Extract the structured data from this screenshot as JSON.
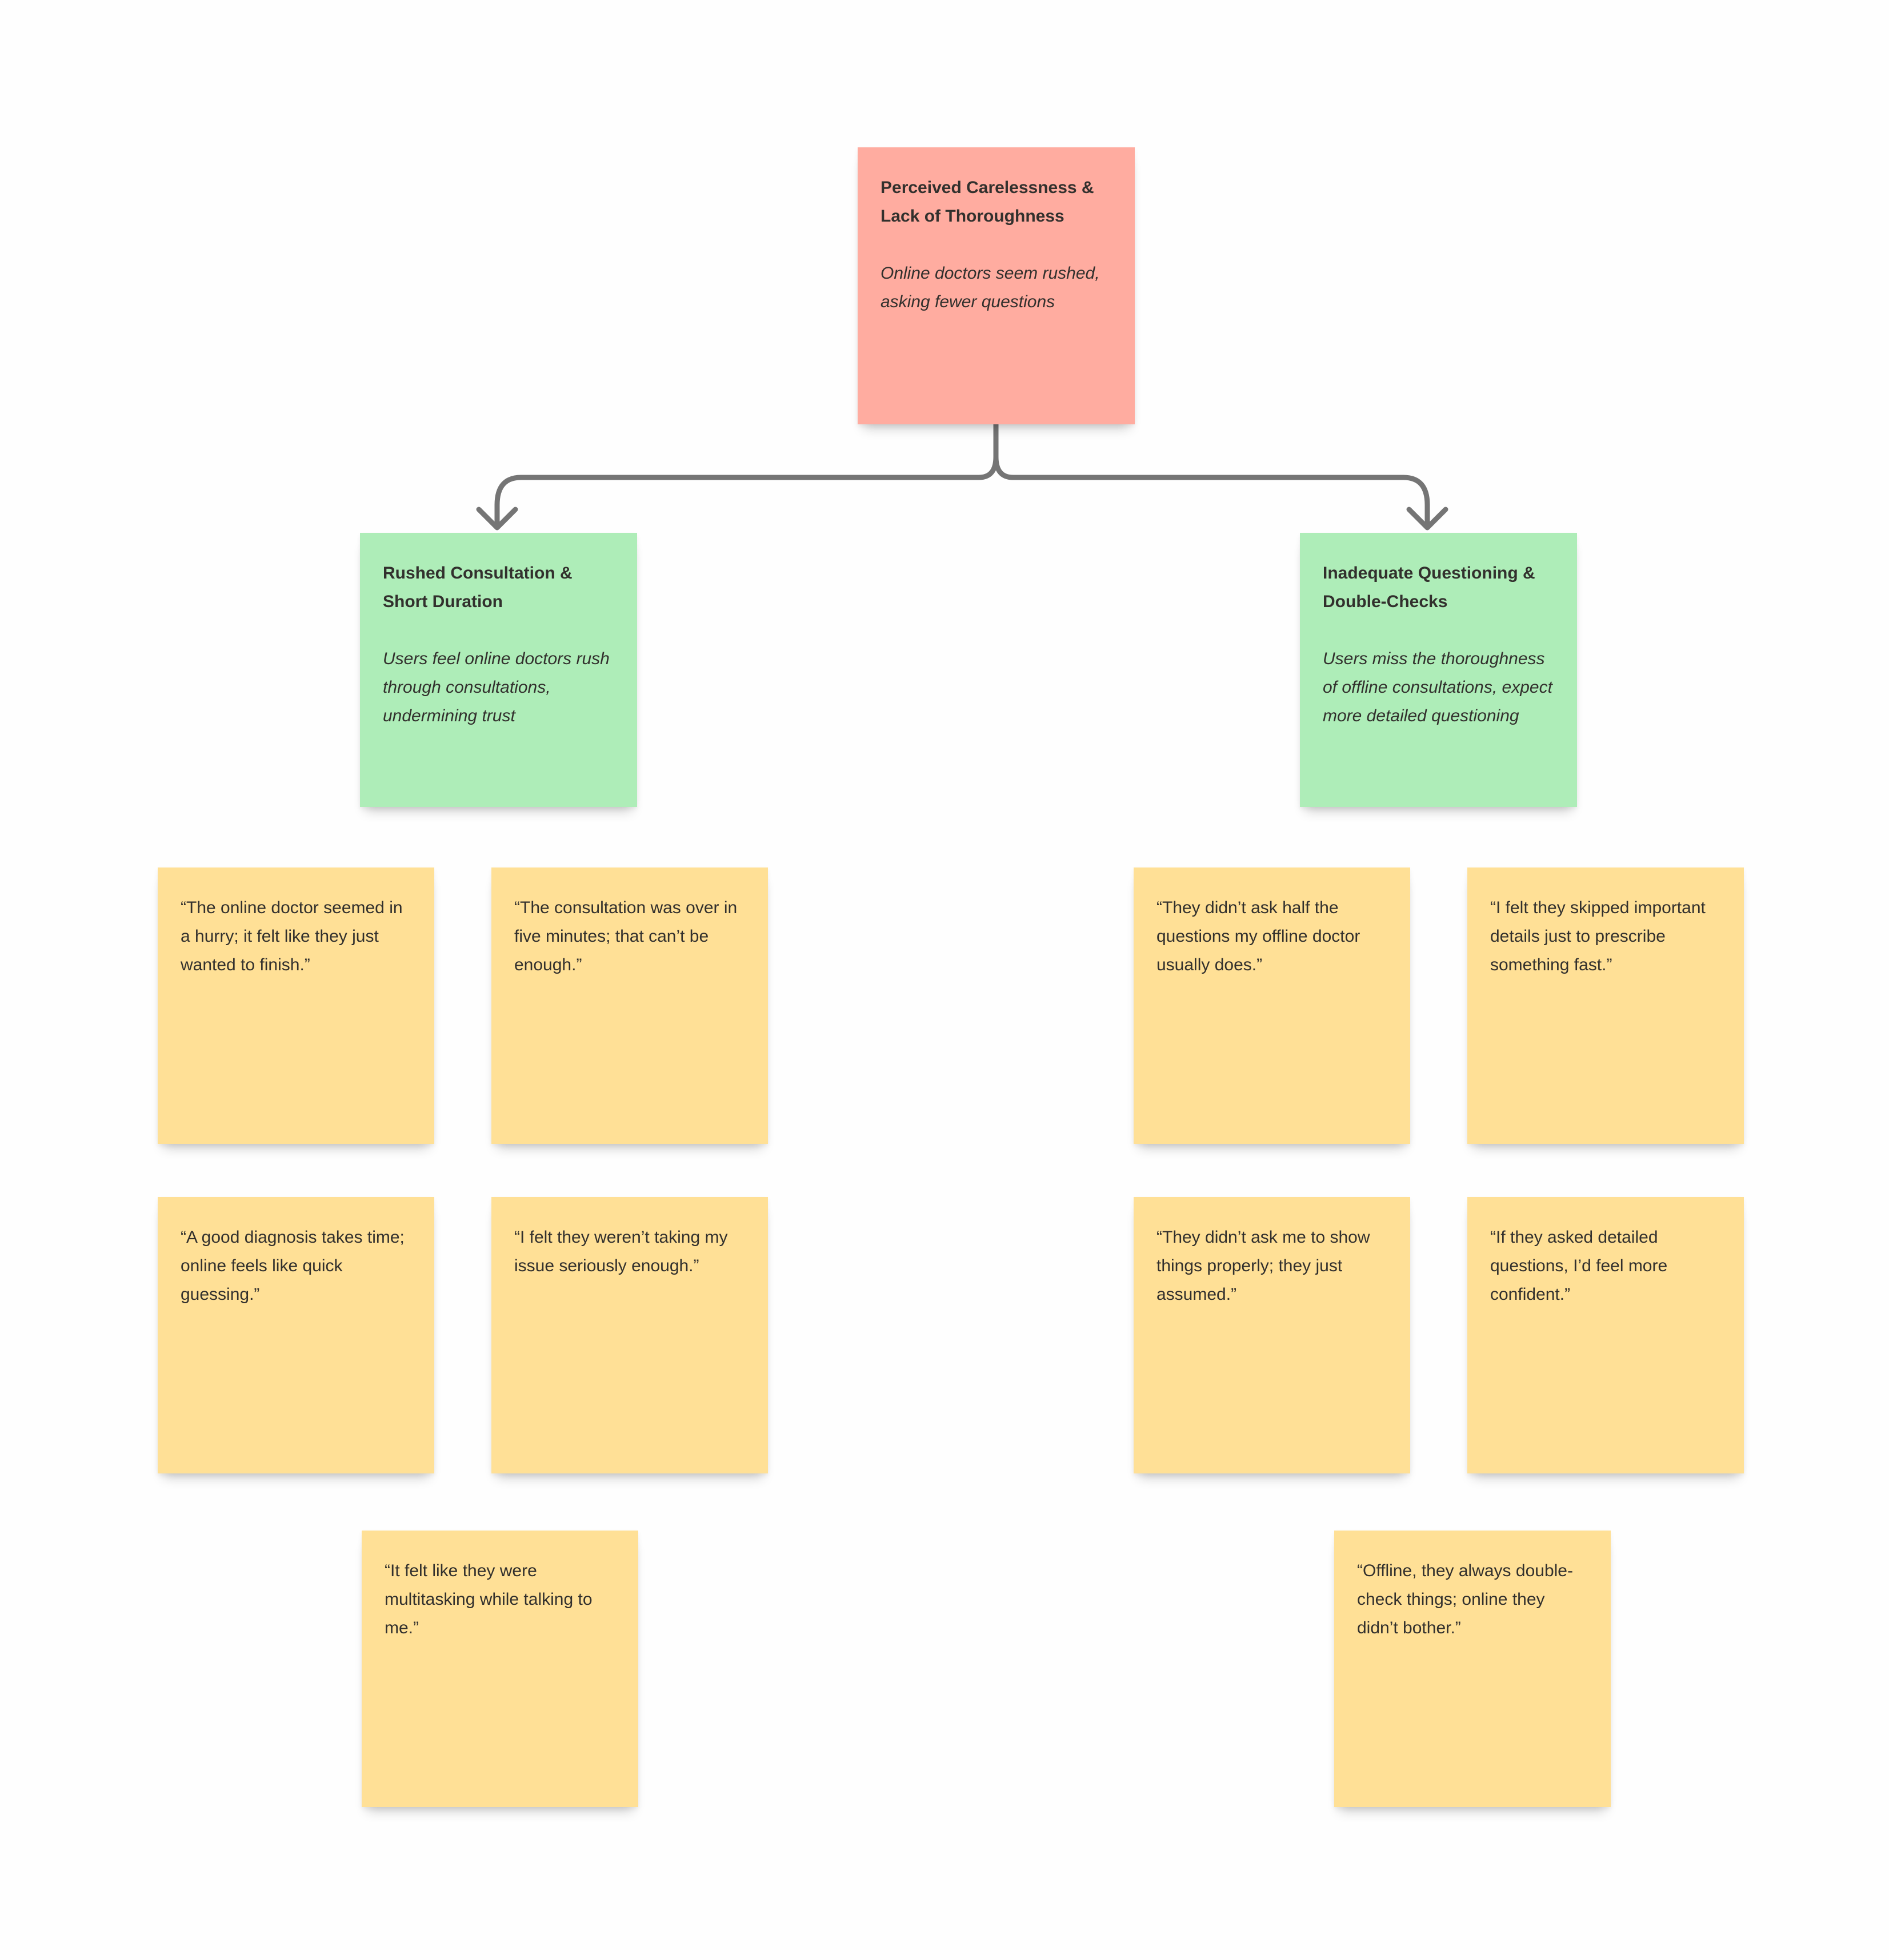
{
  "board": {
    "type": "affinity-diagram"
  },
  "colors": {
    "background": "#fefefe",
    "root_note": "#ffaca0",
    "theme_note": "#aeedb8",
    "quote_note": "#ffe096",
    "connector": "#757575",
    "text": "#32302d"
  },
  "root": {
    "title": "Perceived Carelessness & Lack of Thoroughness",
    "subtitle": "Online doctors seem rushed, asking fewer questions"
  },
  "themes": [
    {
      "title": "Rushed Consultation & Short Duration",
      "subtitle": "Users feel online doctors rush through consultations, undermining trust"
    },
    {
      "title": "Inadequate Questioning & Double-Checks",
      "subtitle": "Users miss the thoroughness of offline consultations, expect more detailed questioning"
    }
  ],
  "quotes": [
    {
      "text": "“The online doctor seemed in a hurry; it felt like they just wanted to finish.”"
    },
    {
      "text": "“The consultation was over in five minutes; that can’t be enough.”"
    },
    {
      "text": "“They didn’t ask half the questions my offline doctor usually does.”"
    },
    {
      "text": "“I felt they skipped important details just to prescribe something fast.”"
    },
    {
      "text": "“A good diagnosis takes time; online feels like quick guessing.”"
    },
    {
      "text": "“I felt they weren’t taking my issue seriously enough.”"
    },
    {
      "text": "“They didn’t ask me to show things properly; they just assumed.”"
    },
    {
      "text": "“If they asked detailed questions, I’d feel more confident.”"
    },
    {
      "text": "“It felt like they were multitasking while talking to me.”"
    },
    {
      "text": "“Offline, they always double-check things; online they didn’t bother.”"
    }
  ]
}
